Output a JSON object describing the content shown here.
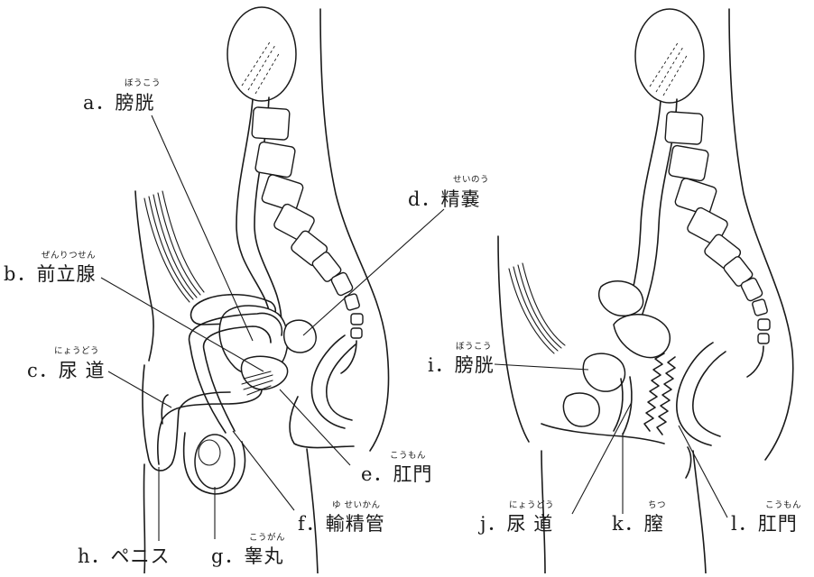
{
  "male": {
    "labels": [
      {
        "key": "a",
        "letter": "a．",
        "term": "膀胱",
        "reading": "ぼうこう"
      },
      {
        "key": "b",
        "letter": "b．",
        "term": "前立腺",
        "reading": "ぜんりつせん"
      },
      {
        "key": "c",
        "letter": "c．",
        "term": "尿 道",
        "reading": "にょうどう"
      },
      {
        "key": "d",
        "letter": "d．",
        "term": "精嚢",
        "reading": "せいのう"
      },
      {
        "key": "e",
        "letter": "e．",
        "term": "肛門",
        "reading": "こうもん"
      },
      {
        "key": "f",
        "letter": "f．",
        "term": "輸精管",
        "reading": "ゆ せいかん"
      },
      {
        "key": "g",
        "letter": "g．",
        "term": "睾丸",
        "reading": "こうがん"
      },
      {
        "key": "h",
        "letter": "h．",
        "term": "ペニス",
        "reading": ""
      }
    ]
  },
  "female": {
    "labels": [
      {
        "key": "i",
        "letter": "i．",
        "term": "膀胱",
        "reading": "ぼうこう"
      },
      {
        "key": "j",
        "letter": "j．",
        "term": "尿 道",
        "reading": "にょうどう"
      },
      {
        "key": "k",
        "letter": "k．",
        "term": "膣",
        "reading": "ちつ"
      },
      {
        "key": "l",
        "letter": "l．",
        "term": "肛門",
        "reading": "こうもん"
      }
    ]
  }
}
